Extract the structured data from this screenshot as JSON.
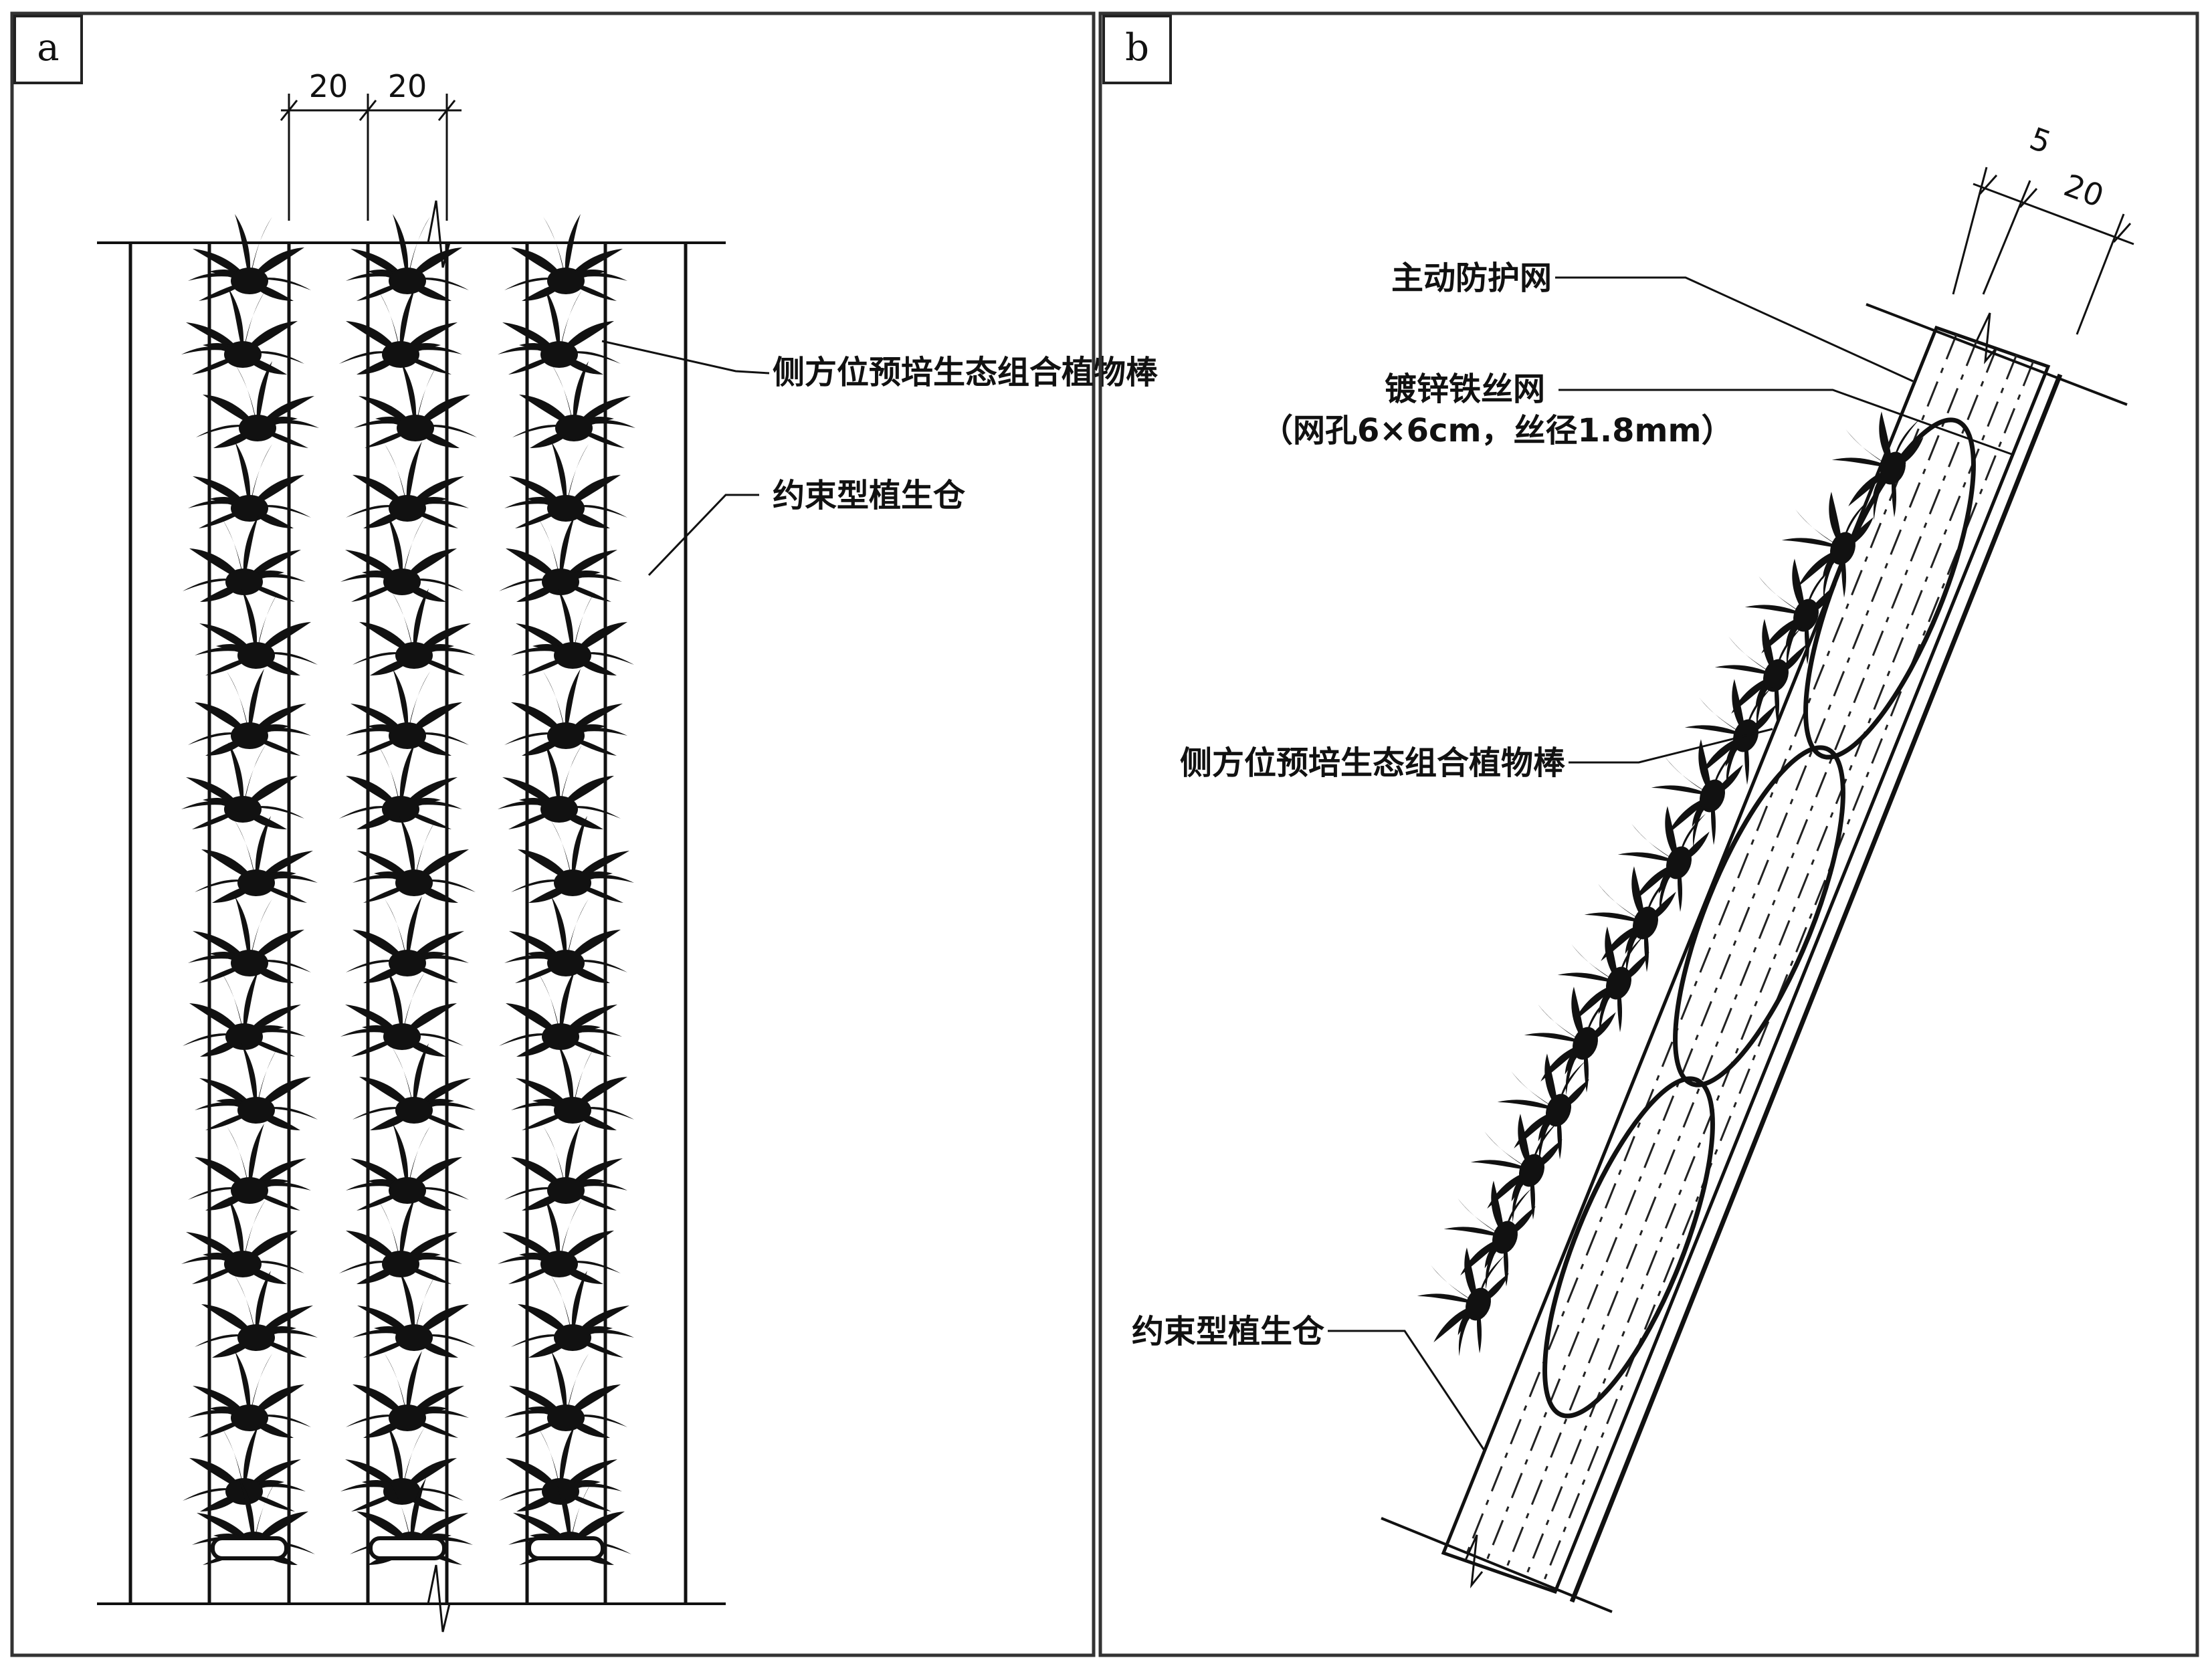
{
  "panel_a": {
    "letter": "a",
    "dims": [
      "20",
      "20"
    ],
    "label_plant_rod": "侧方位预培生态组合植物棒",
    "label_growth_bin": "约束型植生仓"
  },
  "panel_b": {
    "letter": "b",
    "dim_small": "5",
    "dim_large": "20",
    "label_active_net": "主动防护网",
    "label_wire_mesh": "镀锌铁丝网",
    "label_mesh_spec": "（网孔6×6cm，丝径1.8mm）",
    "label_plant_rod": "侧方位预培生态组合植物棒",
    "label_growth_bin": "约束型植生仓"
  }
}
